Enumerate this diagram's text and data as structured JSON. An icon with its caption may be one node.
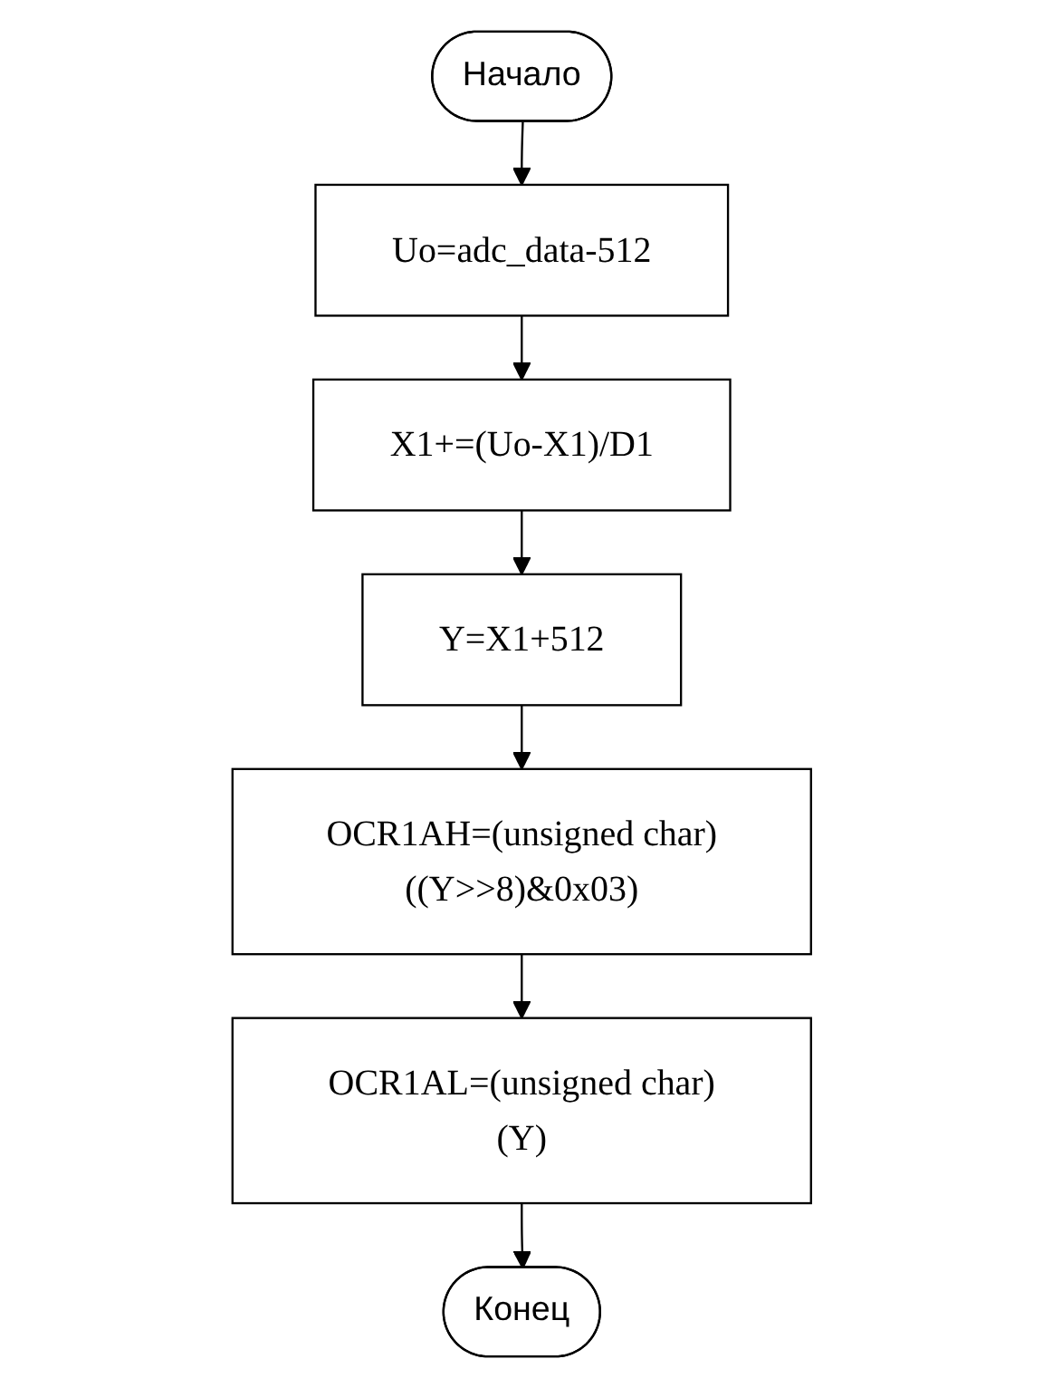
{
  "diagram": {
    "nodes": [
      {
        "text": [
          "Начало"
        ]
      },
      {
        "text": [
          "Uo=adc_data-512"
        ]
      },
      {
        "text": [
          "X1+=(Uo-X1)/D1"
        ]
      },
      {
        "text": [
          "Y=X1+512"
        ]
      },
      {
        "text": [
          "OCR1AH=(unsigned char)((Y>>8)&0x03)"
        ]
      },
      {
        "text": [
          "OCR1AL=(unsigned char)(Y)"
        ]
      },
      {
        "text": [
          "Конец"
        ]
      }
    ],
    "edges": [
      {
        "from": 0,
        "to": 1,
        "arrow": "to"
      },
      {
        "from": 1,
        "to": 2,
        "arrow": "to"
      },
      {
        "from": 2,
        "to": 3,
        "arrow": "to"
      },
      {
        "from": 3,
        "to": 4,
        "arrow": "to"
      },
      {
        "from": 4,
        "to": 5,
        "arrow": "to"
      },
      {
        "from": 5,
        "to": 6,
        "arrow": "to"
      }
    ]
  }
}
